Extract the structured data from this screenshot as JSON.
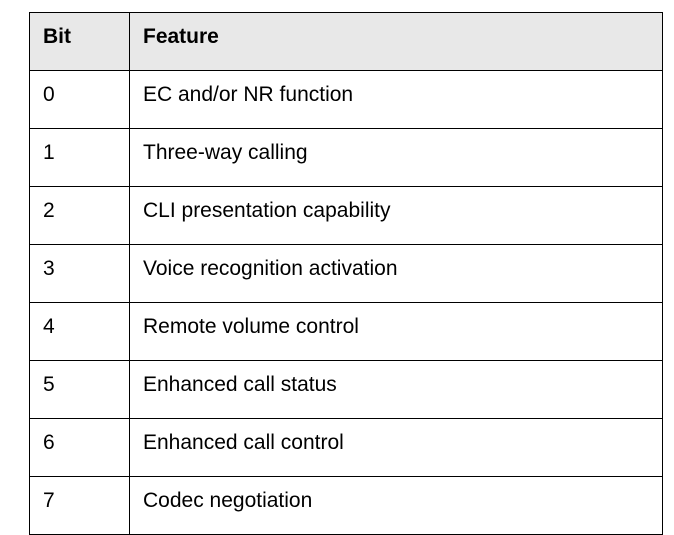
{
  "table": {
    "headers": {
      "bit": "Bit",
      "feature": "Feature"
    },
    "rows": [
      {
        "bit": "0",
        "feature": "EC and/or NR function"
      },
      {
        "bit": "1",
        "feature": "Three-way calling"
      },
      {
        "bit": "2",
        "feature": "CLI presentation capability"
      },
      {
        "bit": "3",
        "feature": "Voice recognition activation"
      },
      {
        "bit": "4",
        "feature": "Remote volume control"
      },
      {
        "bit": "5",
        "feature": "Enhanced call status"
      },
      {
        "bit": "6",
        "feature": "Enhanced call control"
      },
      {
        "bit": "7",
        "feature": "Codec negotiation"
      }
    ]
  }
}
